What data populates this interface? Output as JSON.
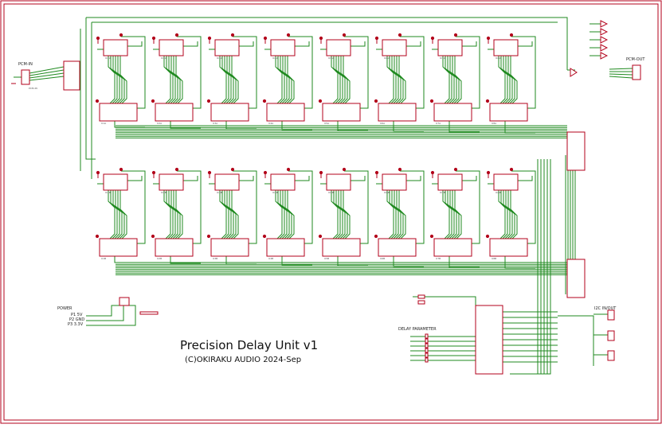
{
  "title": "Precision Delay Unit v1",
  "subtitle": "(C)OKIRAKU AUDIO 2024-Sep",
  "connectors": {
    "pcm_in": "PCM-IN",
    "pcm_out": "PCM-OUT",
    "i2c": "I2C IN/OUT",
    "delay_parameter": "DELAY PARAMETER"
  },
  "power": {
    "label": "POWER",
    "pins": [
      "P1 5V",
      "P2 GND",
      "P3 3.3V"
    ]
  },
  "colors": {
    "wire": "#1f8a1f",
    "part": "#b3001b",
    "frame": "#b3001b",
    "text": "#222222"
  }
}
